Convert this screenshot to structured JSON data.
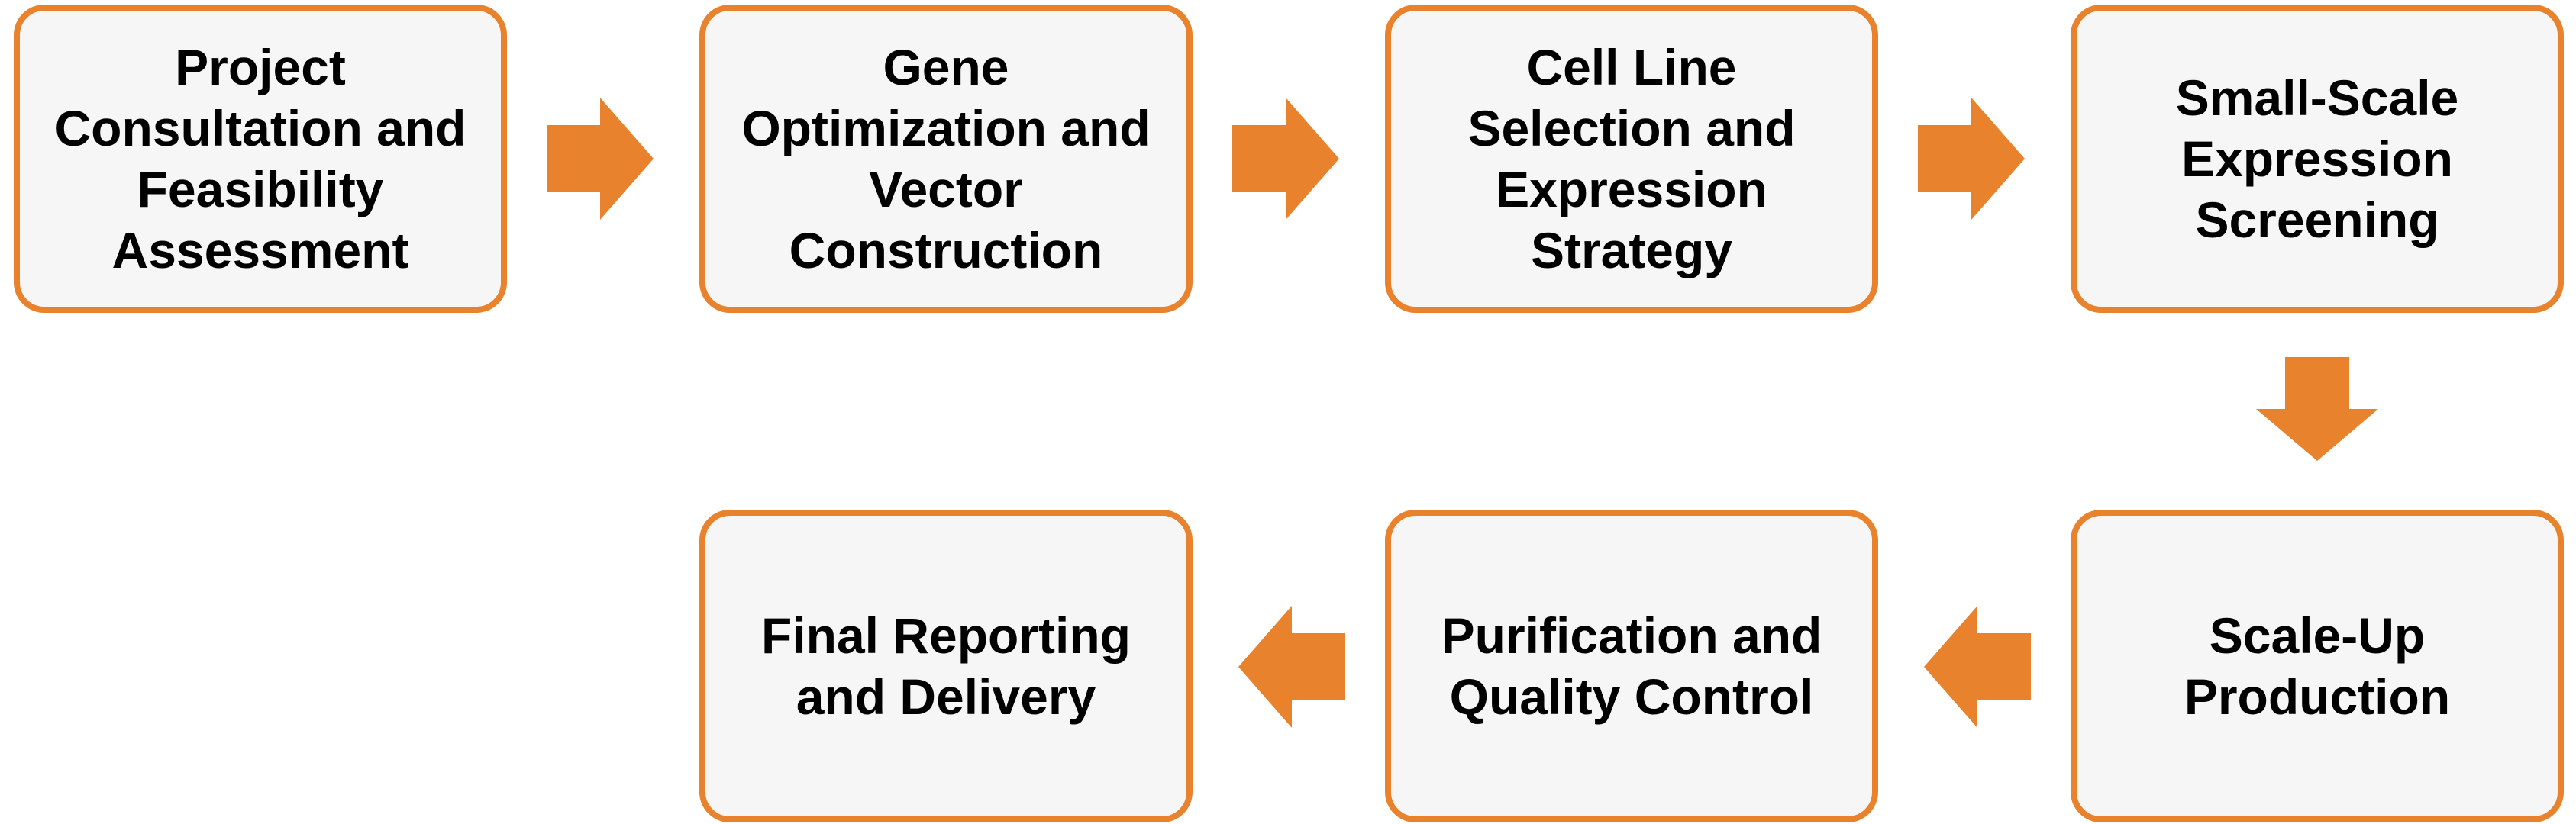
{
  "colors": {
    "accent": "#E8822C",
    "box_fill": "#F6F6F6",
    "text": "#000000"
  },
  "steps": [
    {
      "label": "Project\nConsultation and\nFeasibility\nAssessment"
    },
    {
      "label": "Gene\nOptimization and\nVector\nConstruction"
    },
    {
      "label": "Cell Line\nSelection and\nExpression\nStrategy"
    },
    {
      "label": "Small-Scale\nExpression\nScreening"
    },
    {
      "label": "Scale-Up\nProduction"
    },
    {
      "label": "Purification and\nQuality Control"
    },
    {
      "label": "Final Reporting\nand Delivery"
    }
  ],
  "arrows": [
    {
      "from": 1,
      "to": 2,
      "direction": "right"
    },
    {
      "from": 2,
      "to": 3,
      "direction": "right"
    },
    {
      "from": 3,
      "to": 4,
      "direction": "right"
    },
    {
      "from": 4,
      "to": 5,
      "direction": "down"
    },
    {
      "from": 5,
      "to": 6,
      "direction": "left"
    },
    {
      "from": 6,
      "to": 7,
      "direction": "left"
    }
  ]
}
